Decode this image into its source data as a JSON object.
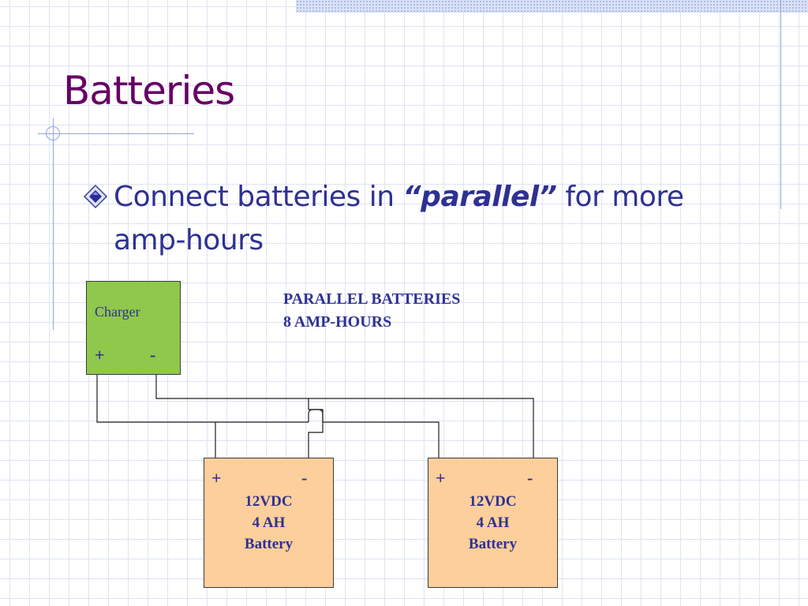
{
  "slide": {
    "title": "Batteries",
    "bullet": {
      "text_before": "Connect batteries in ",
      "emphasis": "“parallel”",
      "text_after": " for more amp-hours"
    }
  },
  "diagram": {
    "annotation": {
      "line1": "PARALLEL BATTERIES",
      "line2": "8 AMP-HOURS"
    },
    "charger": {
      "label": "Charger",
      "plus": "+",
      "minus": "-"
    },
    "batteries": [
      {
        "plus": "+",
        "minus": "-",
        "voltage": "12VDC",
        "capacity": "4 AH",
        "name": "Battery"
      },
      {
        "plus": "+",
        "minus": "-",
        "voltage": "12VDC",
        "capacity": "4 AH",
        "name": "Battery"
      }
    ]
  },
  "colors": {
    "title": "#660066",
    "text": "#2e3192",
    "charger_fill": "#8fc84a",
    "battery_fill": "#fdcf9c",
    "grid": "#dfe3f3"
  },
  "icons": {
    "bullet": "diamond-bullet-icon"
  }
}
